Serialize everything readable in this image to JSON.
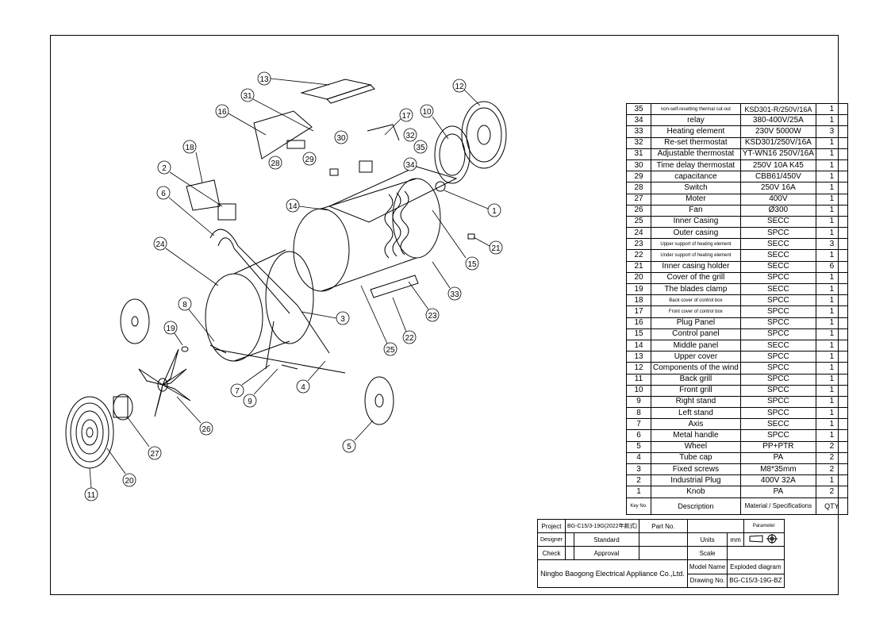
{
  "callouts": [
    "13",
    "31",
    "16",
    "30",
    "28",
    "29",
    "32",
    "35",
    "34",
    "17",
    "10",
    "12",
    "18",
    "2",
    "6",
    "14",
    "1",
    "21",
    "15",
    "33",
    "24",
    "8",
    "19",
    "3",
    "23",
    "22",
    "25",
    "4",
    "5",
    "7",
    "9",
    "26",
    "27",
    "20",
    "11"
  ],
  "bom": {
    "rows": [
      {
        "no": "35",
        "desc": "non-self-resetting thermal cut-out",
        "spec": "KSD301-R/250V/16A",
        "qty": "1"
      },
      {
        "no": "34",
        "desc": "relay",
        "spec": "380-400V/25A",
        "qty": "1"
      },
      {
        "no": "33",
        "desc": "Heating element",
        "spec": "230V 5000W",
        "qty": "3"
      },
      {
        "no": "32",
        "desc": "Re-set thermostat",
        "spec": "KSD301/250V/16A",
        "qty": "1"
      },
      {
        "no": "31",
        "desc": "Adjustable thermostat",
        "spec": "YT-WN16 250V/16A",
        "qty": "1"
      },
      {
        "no": "30",
        "desc": "Time delay thermostat",
        "spec": "250V 10A K45",
        "qty": "1"
      },
      {
        "no": "29",
        "desc": "capacitance",
        "spec": "CBB61/450V",
        "qty": "1"
      },
      {
        "no": "28",
        "desc": "Switch",
        "spec": "250V 16A",
        "qty": "1"
      },
      {
        "no": "27",
        "desc": "Moter",
        "spec": "400V",
        "qty": "1"
      },
      {
        "no": "26",
        "desc": "Fan",
        "spec": "Ø300",
        "qty": "1"
      },
      {
        "no": "25",
        "desc": "Inner Casing",
        "spec": "SECC",
        "qty": "1"
      },
      {
        "no": "24",
        "desc": "Outer casing",
        "spec": "SPCC",
        "qty": "1"
      },
      {
        "no": "23",
        "desc": "Upper support of heating element",
        "spec": "SECC",
        "qty": "3"
      },
      {
        "no": "22",
        "desc": "Under support of heating element",
        "spec": "SECC",
        "qty": "1"
      },
      {
        "no": "21",
        "desc": "Inner casing holder",
        "spec": "SECC",
        "qty": "6"
      },
      {
        "no": "20",
        "desc": "Cover of the grill",
        "spec": "SPCC",
        "qty": "1"
      },
      {
        "no": "19",
        "desc": "The blades clamp",
        "spec": "SECC",
        "qty": "1"
      },
      {
        "no": "18",
        "desc": "Back cover of control box",
        "spec": "SPCC",
        "qty": "1"
      },
      {
        "no": "17",
        "desc": "Front cover of control box",
        "spec": "SPCC",
        "qty": "1"
      },
      {
        "no": "16",
        "desc": "Plug Panel",
        "spec": "SPCC",
        "qty": "1"
      },
      {
        "no": "15",
        "desc": "Control panel",
        "spec": "SPCC",
        "qty": "1"
      },
      {
        "no": "14",
        "desc": "Middle panel",
        "spec": "SECC",
        "qty": "1"
      },
      {
        "no": "13",
        "desc": "Upper cover",
        "spec": "SPCC",
        "qty": "1"
      },
      {
        "no": "12",
        "desc": "Components of the wind",
        "spec": "SPCC",
        "qty": "1"
      },
      {
        "no": "11",
        "desc": "Back grill",
        "spec": "SPCC",
        "qty": "1"
      },
      {
        "no": "10",
        "desc": "Front grill",
        "spec": "SPCC",
        "qty": "1"
      },
      {
        "no": "9",
        "desc": "Right stand",
        "spec": "SPCC",
        "qty": "1"
      },
      {
        "no": "8",
        "desc": "Left stand",
        "spec": "SPCC",
        "qty": "1"
      },
      {
        "no": "7",
        "desc": "Axis",
        "spec": "SECC",
        "qty": "1"
      },
      {
        "no": "6",
        "desc": "Metal handle",
        "spec": "SPCC",
        "qty": "1"
      },
      {
        "no": "5",
        "desc": "Wheel",
        "spec": "PP+PTR",
        "qty": "2"
      },
      {
        "no": "4",
        "desc": "Tube cap",
        "spec": "PA",
        "qty": "2"
      },
      {
        "no": "3",
        "desc": "Fixed screws",
        "spec": "M8*35mm",
        "qty": "2"
      },
      {
        "no": "2",
        "desc": "Industrial Plug",
        "spec": "400V 32A",
        "qty": "1"
      },
      {
        "no": "1",
        "desc": "Knob",
        "spec": "PA",
        "qty": "2"
      }
    ],
    "header": {
      "no": "Key No.",
      "desc": "Description",
      "spec": "Material / Specifications",
      "qty": "QTY"
    }
  },
  "title_block": {
    "project_label": "Project",
    "project_value": "BG-C15/3-19G(2022年款式)",
    "part_no_label": "Part No.",
    "parameter_label": "Parameter",
    "designer_label": "Designer",
    "standard_label": "Standard",
    "units_label": "Units",
    "units_value": "mm",
    "check_label": "Check",
    "approval_label": "Approval",
    "scale_label": "Scale",
    "company": "Ningbo Baogong Electrical Appliance Co.,Ltd.",
    "model_name_label": "Model Name",
    "model_name_value": "Exploded diagram",
    "drawing_no_label": "Drawing No.",
    "drawing_no_value": "BG-C15/3-19G-BZ"
  }
}
